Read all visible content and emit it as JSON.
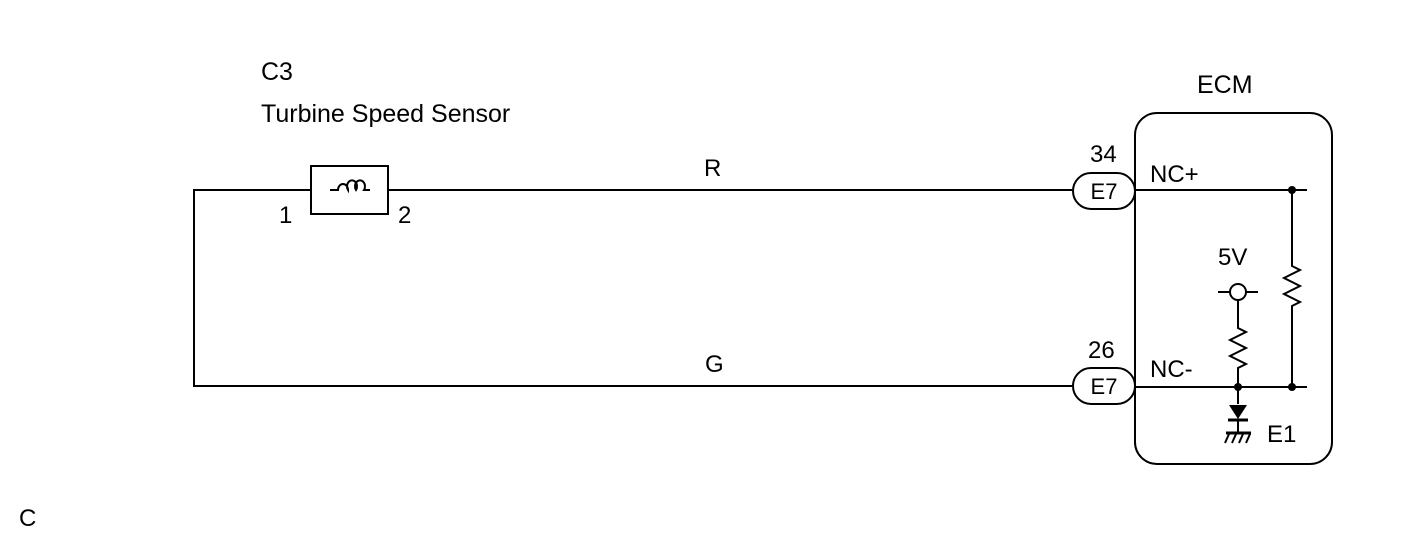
{
  "sensor": {
    "code": "C3",
    "name": "Turbine Speed Sensor",
    "pin1": "1",
    "pin2": "2"
  },
  "wires": {
    "top_color": "R",
    "bottom_color": "G"
  },
  "ecm": {
    "title": "ECM",
    "connector_top": {
      "pin": "34",
      "name": "E7",
      "signal": "NC+"
    },
    "connector_bottom": {
      "pin": "26",
      "name": "E7",
      "signal": "NC-"
    },
    "supply": "5V",
    "ground": "E1"
  },
  "figure_code": "C"
}
